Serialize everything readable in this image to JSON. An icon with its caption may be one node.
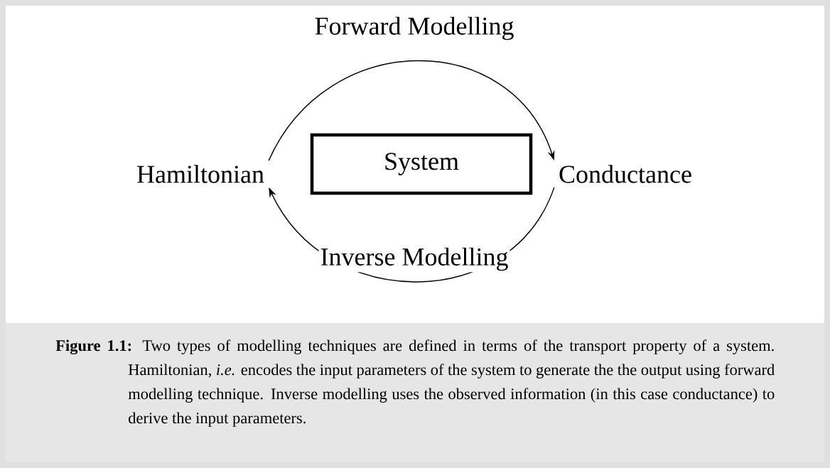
{
  "diagram": {
    "caption": "**Figure 1.1:** Two types of modelling techniques are defined in terms of the transport property of a system. Hamiltonian, *i.e.* encodes the input parameters of the system to generate the the output using forward modelling technique. Inverse modelling uses the observed information (in this case conductance) to derive the input parameters.",
    "nodes": [
      {
        "text": [
          "Hamiltonian"
        ]
      },
      {
        "text": [
          "System"
        ]
      },
      {
        "text": [
          "Conductance"
        ]
      }
    ],
    "edges": [
      {
        "from": 0,
        "to": 2,
        "arrow": "to",
        "label": "Forward Modelling"
      },
      {
        "from": 2,
        "to": 0,
        "arrow": "to",
        "label": "Inverse Modelling"
      }
    ]
  }
}
